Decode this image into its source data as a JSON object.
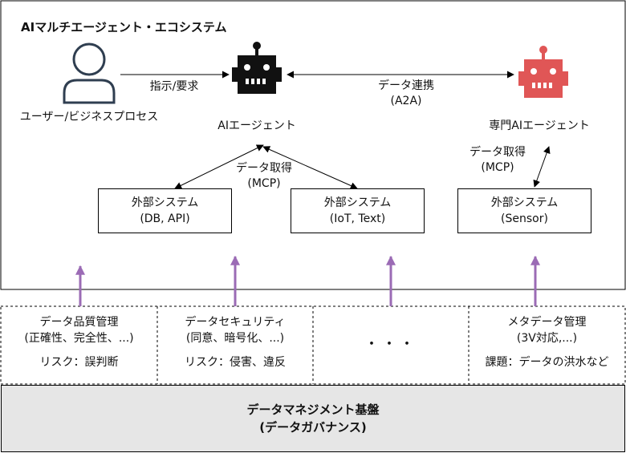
{
  "title": "AIマルチエージェント・エコシステム",
  "user": {
    "label": "ユーザー/ビジネスプロセス"
  },
  "ai_agent": {
    "label": "AIエージェント"
  },
  "specialist_agent": {
    "label": "専門AIエージェント"
  },
  "edges": {
    "instruction": "指示/要求",
    "data_link_line1": "データ連携",
    "data_link_line2": "(A2A)",
    "center_fetch_line1": "データ取得",
    "center_fetch_line2": "(MCP)",
    "right_fetch_line1": "データ取得",
    "right_fetch_line2": "(MCP)"
  },
  "external_systems": [
    {
      "line1": "外部システム",
      "line2": "(DB, API)"
    },
    {
      "line1": "外部システム",
      "line2": "(IoT, Text)"
    },
    {
      "line1": "外部システム",
      "line2": "(Sensor)"
    }
  ],
  "governance": [
    {
      "title": "データ品質管理",
      "detail": "(正確性、完全性、...)",
      "risk": "リスク：誤判断"
    },
    {
      "title": "データセキュリティ",
      "detail": "(同意、暗号化、...)",
      "risk": "リスク：侵害、違反"
    },
    {
      "ellipsis": "・・・"
    },
    {
      "title": "メタデータ管理",
      "detail": "(3V対応,...)",
      "risk": "課題：データの洪水など"
    }
  ],
  "foundation": {
    "line1": "データマネジメント基盤",
    "line2": "(データガバナンス)"
  },
  "colors": {
    "upward_arrow": "#9b6bb5",
    "specialist_robot": "#e05656",
    "ai_robot": "#111111",
    "user_icon": "#2f3e50",
    "foundation_bg": "#e6e6e6"
  }
}
